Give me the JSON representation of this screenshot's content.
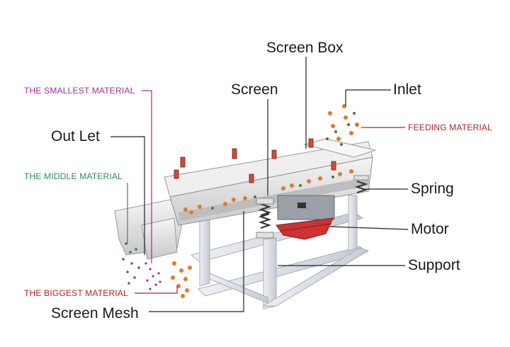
{
  "labels": {
    "screen_box": "Screen Box",
    "screen": "Screen",
    "inlet": "Inlet",
    "out_let": "Out Let",
    "spring": "Spring",
    "motor": "Motor",
    "support": "Support",
    "screen_mesh": "Screen Mesh",
    "smallest_material": "THE SMALLEST MATERIAL",
    "middle_material": "THE MIDDLE MATERIAL",
    "biggest_material": "THE BIGGEST MATERIAL",
    "feeding_material": "FEEDING MATERIAL"
  },
  "colors": {
    "smallest_material": "#9b2f9b",
    "middle_material": "#2e8b57",
    "biggest_material": "#b22222",
    "feeding_material": "#b22222",
    "machine_body": "#e6e6e6",
    "frame": "#d9dce3",
    "motor": "#cc3333",
    "particle_orange": "#e07a2a",
    "particle_green": "#3a7d3a"
  }
}
